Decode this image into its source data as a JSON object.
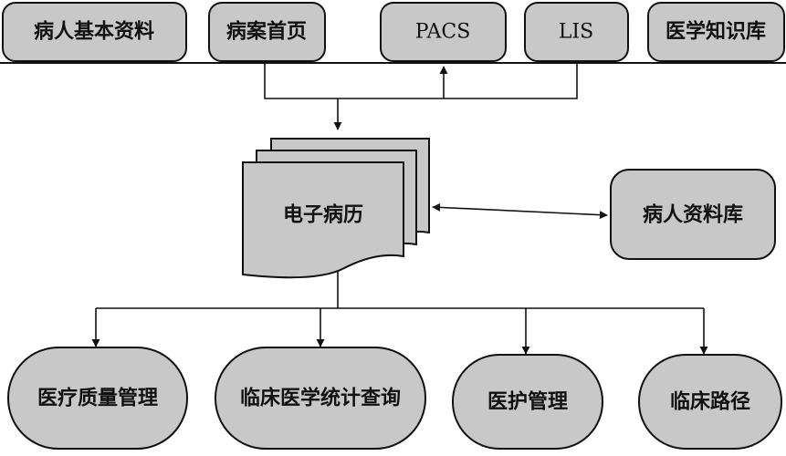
{
  "top_row": [
    {
      "id": "patient-basic-info",
      "label": "病人基本资料"
    },
    {
      "id": "case-home-page",
      "label": "病案首页"
    },
    {
      "id": "pacs",
      "label": "PACS"
    },
    {
      "id": "lis",
      "label": "LIS"
    },
    {
      "id": "medical-knowledge-base",
      "label": "医学知识库"
    }
  ],
  "center": {
    "label": "电子病历"
  },
  "side": {
    "label": "病人资料库"
  },
  "bottom_row": [
    {
      "id": "medical-quality-management",
      "label": "医疗质量管理"
    },
    {
      "id": "clinical-statistics-query",
      "label": "临床医学统计查询"
    },
    {
      "id": "nursing-management",
      "label": "医护管理"
    },
    {
      "id": "clinical-pathway",
      "label": "临床路径"
    }
  ],
  "colors": {
    "box_fill": "#c8c8c8",
    "stroke": "#111111",
    "background": "#ffffff"
  }
}
